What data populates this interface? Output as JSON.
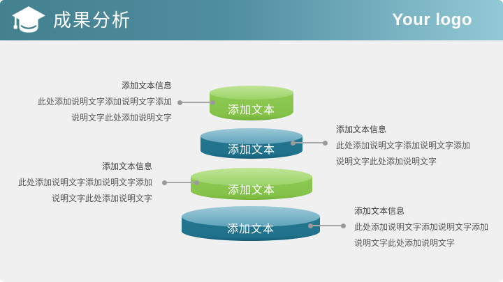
{
  "canvas": {
    "background": "#f0f0f0"
  },
  "header": {
    "title": "成果分析",
    "logo_text": "Your logo",
    "icon": "graduation-cap-icon",
    "gradient_left": "#44818f",
    "gradient_right": "#93c9d6"
  },
  "diagram": {
    "type": "stacked-cylinders",
    "connector_color": "#a6a6a6",
    "colors": {
      "green_side": "#84c249",
      "green_top": "#aedc82",
      "teal_side": "#20718c",
      "teal_top": "#74b2c6"
    },
    "levels": [
      {
        "label": "添加文本",
        "color": "green",
        "annotation_side": "left",
        "annotation": {
          "title": "添加文本信息",
          "line1": "此处添加说明文字添加说明文字添加",
          "line2": "说明文字此处添加说明文字"
        }
      },
      {
        "label": "添加文本",
        "color": "teal",
        "annotation_side": "right",
        "annotation": {
          "title": "添加文本信息",
          "line1": "此处添加说明文字添加说明文字添加",
          "line2": "说明文字此处添加说明文字"
        }
      },
      {
        "label": "添加文本",
        "color": "green",
        "annotation_side": "left",
        "annotation": {
          "title": "添加文本信息",
          "line1": "此处添加说明文字添加说明文字添加",
          "line2": "说明文字此处添加说明文字"
        }
      },
      {
        "label": "添加文本",
        "color": "teal",
        "annotation_side": "right",
        "annotation": {
          "title": "添加文本信息",
          "line1": "此处添加说明文字添加说明文字添加",
          "line2": "说明文字此处添加说明文字"
        }
      }
    ]
  }
}
